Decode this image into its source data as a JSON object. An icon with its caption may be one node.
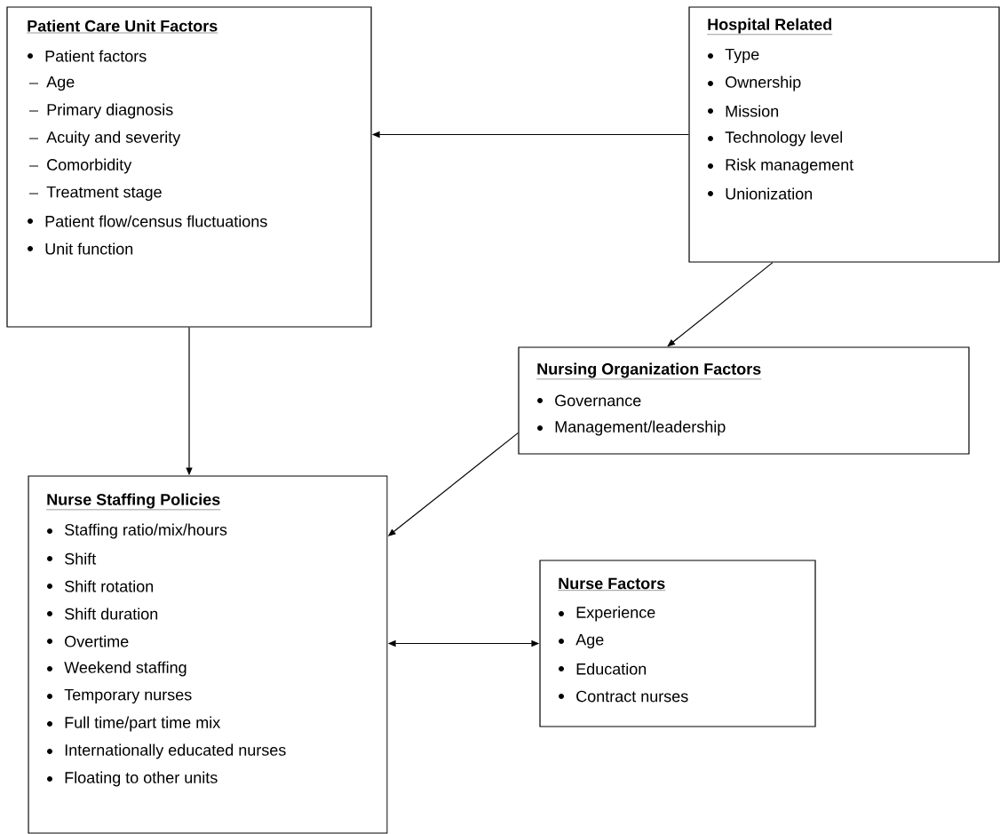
{
  "diagram": {
    "nodes": [
      {
        "text": [
          "Patient Care Unit Factors",
          "Patient factors",
          "Age",
          "Primary diagnosis",
          "Acuity and severity",
          "Comorbidity",
          "Treatment stage",
          "Patient flow/census fluctuations",
          "Unit function"
        ]
      },
      {
        "text": [
          "Hospital Related",
          "Type",
          "Ownership",
          "Mission",
          "Technology level",
          "Risk management",
          "Unionization"
        ]
      },
      {
        "text": [
          "Nursing Organization Factors",
          "Governance",
          "Management/leadership"
        ]
      },
      {
        "text": [
          "Nurse Staffing Policies",
          "Staffing ratio/mix/hours",
          "Shift",
          "Shift rotation",
          "Shift duration",
          "Overtime",
          "Weekend staffing",
          "Temporary nurses",
          "Full time/part time mix",
          "Internationally educated nurses",
          "Floating to other units"
        ]
      },
      {
        "text": [
          "Nurse Factors",
          "Experience",
          "Age",
          "Education",
          "Contract nurses"
        ]
      }
    ],
    "edges": [
      {
        "from": 1,
        "to": 0,
        "arrow": "to"
      },
      {
        "from": 1,
        "to": 2,
        "arrow": "to"
      },
      {
        "from": 0,
        "to": 3,
        "arrow": "to"
      },
      {
        "from": 2,
        "to": 3,
        "arrow": "to"
      },
      {
        "from": 3,
        "to": 4,
        "arrow": "both"
      }
    ]
  }
}
